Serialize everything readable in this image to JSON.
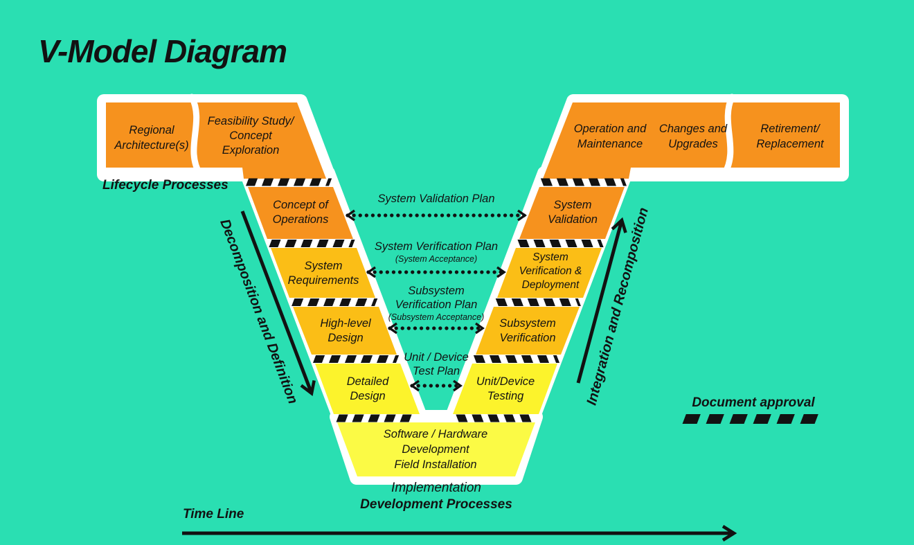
{
  "title": "V-Model Diagram",
  "colors": {
    "background": "#2ADFB2",
    "orange": "#F6921E",
    "golden": "#FBBE16",
    "yellow": "#FCF32C",
    "bottom_yellow": "#FBFA45",
    "outline": "#FFFFFF",
    "ink": "#121212"
  },
  "lifecycle_caption": "Lifecycle Processes",
  "left_blocks": {
    "regional": {
      "line1": "Regional",
      "line2": "Architecture(s)"
    },
    "feasibility": {
      "line1": "Feasibility Study/",
      "line2": "Concept",
      "line3": "Exploration"
    }
  },
  "left_segments": {
    "concept_ops": {
      "line1": "Concept of",
      "line2": "Operations"
    },
    "system_requirements": {
      "line1": "System",
      "line2": "Requirements"
    },
    "high_level_design": {
      "line1": "High-level",
      "line2": "Design"
    },
    "detailed_design": {
      "line1": "Detailed",
      "line2": "Design"
    }
  },
  "bottom_segment": {
    "line1": "Software / Hardware",
    "line2": "Development",
    "line3": "Field Installation"
  },
  "right_segments": {
    "unit_device_testing": {
      "line1": "Unit/Device",
      "line2": "Testing"
    },
    "subsystem_verification": {
      "line1": "Subsystem",
      "line2": "Verification"
    },
    "system_verification_deployment": {
      "line1": "System",
      "line2": "Verification &",
      "line3": "Deployment"
    },
    "system_validation": {
      "line1": "System",
      "line2": "Validation"
    }
  },
  "right_blocks": {
    "operation_maintenance": {
      "line1": "Operation and",
      "line2": "Maintenance"
    },
    "changes_upgrades": {
      "line1": "Changes and",
      "line2": "Upgrades"
    },
    "retirement_replacement": {
      "line1": "Retirement/",
      "line2": "Replacement"
    }
  },
  "plans": {
    "system_validation_plan": {
      "line1": "System Validation Plan"
    },
    "system_verification_plan": {
      "line1": "System Verification Plan",
      "note": "(System Acceptance)"
    },
    "subsystem_verification_plan": {
      "line1": "Subsystem",
      "line2": "Verification Plan",
      "note": "(Subsystem Acceptance)"
    },
    "unit_device_test_plan": {
      "line1": "Unit / Device",
      "line2": "Test Plan"
    }
  },
  "axes": {
    "decomposition": "Decomposition and Definition",
    "integration": "Integration and Recomposition",
    "timeline": "Time Line"
  },
  "legend": {
    "document_approval": "Document approval"
  },
  "footer": {
    "implementation": "Implementation",
    "development_processes": "Development Processes"
  }
}
